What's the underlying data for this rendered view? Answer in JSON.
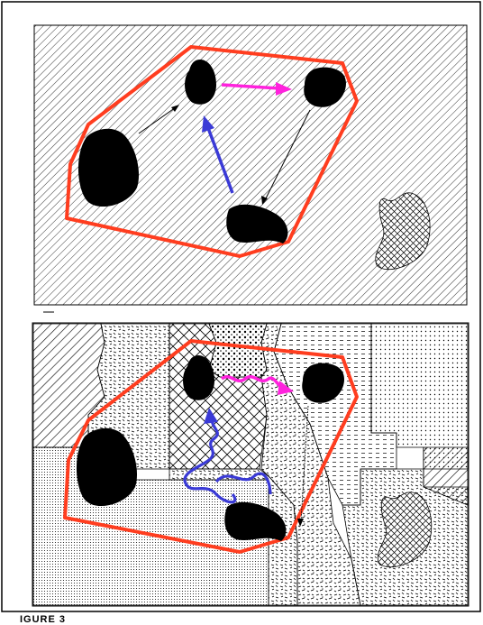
{
  "figure": {
    "caption_fragment": "IGURE 3",
    "colors": {
      "hull": "#ff3d1f",
      "movement_magenta": "#ff22dd",
      "movement_blue": "#3a3ad6",
      "patch": "#000000",
      "hatch": "#000000",
      "background": "#ffffff"
    },
    "panels": [
      {
        "id": "top",
        "description_kind": "uniform hatched landscape",
        "patches": 4,
        "arrows": [
          "magenta-straight",
          "blue-straight",
          "black-thin",
          "black-thin"
        ],
        "outside_patch": "cross-hatched"
      },
      {
        "id": "bottom",
        "description_kind": "heterogeneous mosaic landscape",
        "patches": 4,
        "arrows": [
          "magenta-wavy",
          "blue-tortuous",
          "black-thin"
        ],
        "outside_patch": "cross-hatched"
      }
    ]
  }
}
